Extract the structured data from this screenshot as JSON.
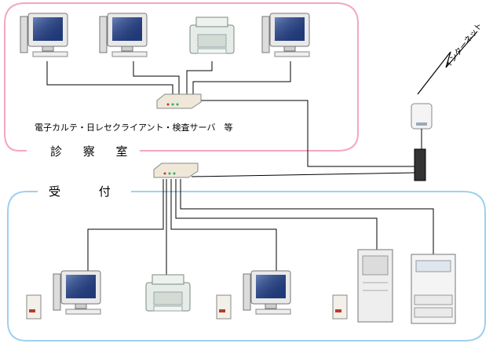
{
  "rooms": {
    "exam_room": {
      "label": "診 察 室",
      "caption": "電子カルテ・日レセクライアント・検査サーバ　等",
      "devices": [
        "pc",
        "pc",
        "printer",
        "pc"
      ],
      "router": "router"
    },
    "reception": {
      "label": "受 付",
      "devices": [
        "ups",
        "pc",
        "printer",
        "ups",
        "pc",
        "ups",
        "tower-server",
        "laser-printer"
      ],
      "router": "router"
    }
  },
  "internet": {
    "label": "インターネット",
    "modem": "modem",
    "server": "server"
  },
  "colors": {
    "exam_border": "#f4a6c6",
    "reception_border": "#9fd0f0",
    "line": "#000000"
  },
  "icons": [
    "pc-icon",
    "printer-icon",
    "router-icon",
    "modem-icon",
    "server-icon",
    "ups-icon",
    "lightning-icon"
  ]
}
